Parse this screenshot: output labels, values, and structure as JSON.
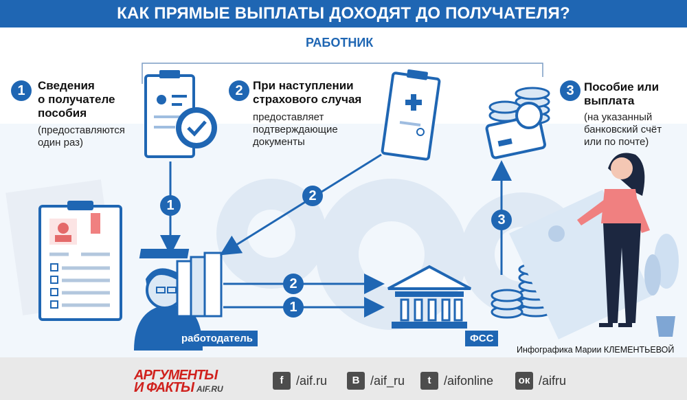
{
  "title": "КАК ПРЯМЫЕ ВЫПЛАТЫ ДОХОДЯТ ДО ПОЛУЧАТЕЛЯ?",
  "worker_label": "РАБОТНИК",
  "steps": [
    {
      "number": "1",
      "heading": "Сведения\nо получателе\nпособия",
      "note": "(предоставляются\nодин раз)"
    },
    {
      "number": "2",
      "heading": "При наступлении\nстрахового случая",
      "note": "предоставляет\nподтверждающие\nдокументы"
    },
    {
      "number": "3",
      "heading": "Пособие или\nвыплата",
      "note": "(на указанный\nбанковский счёт\nили по почте)"
    }
  ],
  "arrow_badges": {
    "down": "1",
    "diag": "2",
    "to_fss_top": "2",
    "to_fss_bottom": "1",
    "up": "3"
  },
  "employer_label": "работодатель",
  "fss_label": "ФСС",
  "credit": "Инфографика Марии КЛЕМЕНТЬЕВОЙ",
  "footer": {
    "logo_line1": "АРГУМЕНТЫ",
    "logo_line2": "И ФАКТЫ",
    "logo_domain": "AIF.RU",
    "social": [
      {
        "icon": "facebook-icon",
        "glyph": "f",
        "handle": "/aif.ru"
      },
      {
        "icon": "vk-icon",
        "glyph": "В",
        "handle": "/aif_ru"
      },
      {
        "icon": "twitter-icon",
        "glyph": "t",
        "handle": "/aifonline"
      },
      {
        "icon": "odnoklassniki-icon",
        "glyph": "ок",
        "handle": "/aifru"
      }
    ]
  },
  "colors": {
    "brand_blue": "#1f66b3",
    "light_blue": "#dbe8f5",
    "accent_red": "#d0211d",
    "accent_pink": "#f08080"
  }
}
